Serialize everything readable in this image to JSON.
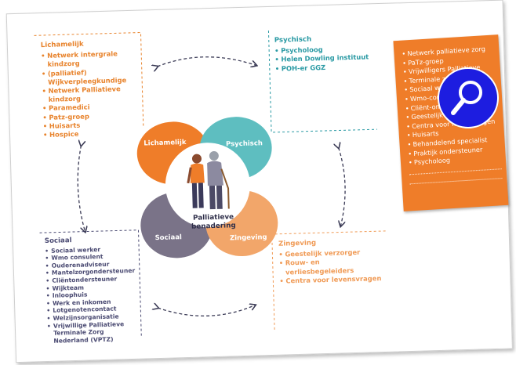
{
  "lichamelijk": {
    "title": "Lichamelijk",
    "items": [
      "Netwerk intergrale kindzorg",
      "(palliatief) Wijkverpleegkundige",
      "Netwerk Palliatieve kindzorg",
      "Paramedici",
      "Patz-groep",
      "Huisarts",
      "Hospice"
    ]
  },
  "psychisch": {
    "title": "Psychisch",
    "items": [
      "Psycholoog",
      "Helen Dowling instituut",
      "POH-er GGZ"
    ]
  },
  "sociaal": {
    "title": "Sociaal",
    "items": [
      "Sociaal werker",
      "Wmo consulent",
      "Ouderenadviseur",
      "Mantelzorgondersteuner",
      "Cliëntondersteuner",
      "Wijkteam",
      "Inloophuis",
      "Werk en inkomen",
      "Lotgenotencontact",
      "Welzijnsorganisatie",
      "Vrijwillige Palliatieve Terminale Zorg Nederland (VPTZ)"
    ]
  },
  "zingeving": {
    "title": "Zingeving",
    "items": [
      "Geestelijk verzorger",
      "Rouw- en verliesbegeleiders",
      "Centra voor levensvragen"
    ]
  },
  "diagram": {
    "center_line1": "Palliatieve",
    "center_line2": "benadering",
    "petal_lichamelijk": "Lichamelijk",
    "petal_psychisch": "Psychisch",
    "petal_sociaal": "Sociaal",
    "petal_zingeving": "Zingeving"
  },
  "card": {
    "items": [
      "Netwerk palliatieve zorg",
      "PaTz-groep",
      "Vrijwilligers Palliatieve",
      "Terminale zorg",
      "Sociaal werker",
      "Wmo-consulent",
      "Cliënt-ondersteuner",
      "Geestelijk verzorger",
      "Centra voor levensvragen",
      "Huisarts",
      "Behandelend specialist",
      "Praktijk ondersteuner",
      "Psycholoog"
    ],
    "blank_lines": 2
  },
  "colors": {
    "lichamelijk": "#ef7d29",
    "psychisch": "#5ebec0",
    "sociaal": "#7a7388",
    "zingeving": "#f2a66a",
    "card": "#ef7d29",
    "magnifier": "#1d1de0"
  },
  "icons": {
    "magnifier": "magnifying-glass-icon",
    "people": "two-people-illustration"
  }
}
